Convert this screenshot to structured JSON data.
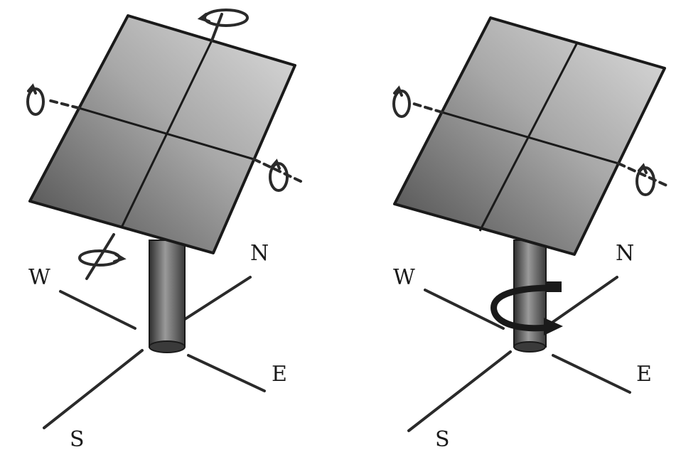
{
  "figure": {
    "left_tracker": {
      "compass": {
        "north": "N",
        "south": "S",
        "east": "E",
        "west": "W"
      }
    },
    "right_tracker": {
      "compass": {
        "north": "N",
        "south": "S",
        "east": "E",
        "west": "W"
      }
    }
  },
  "colors": {
    "stroke": "#1a1a1a",
    "panel_light": "#d6d6d6",
    "panel_dark": "#4a4a4a",
    "pole_light": "#9a9a9a",
    "pole_dark": "#2e2e2e"
  }
}
